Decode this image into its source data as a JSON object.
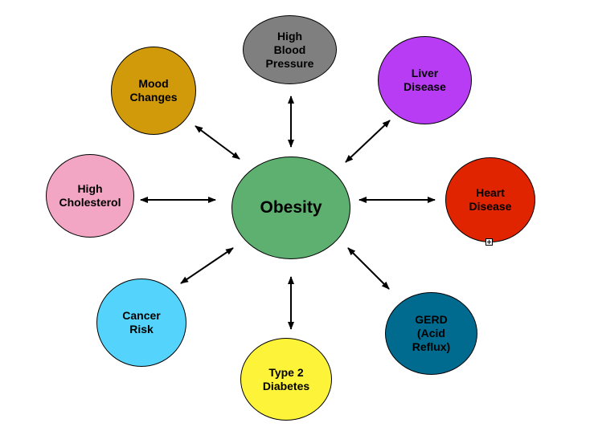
{
  "center": {
    "label": "Obesity",
    "color": "#5db070"
  },
  "conditions": [
    {
      "id": "high-blood-pressure",
      "label": "High\nBlood\nPressure",
      "color": "#7f7f7f"
    },
    {
      "id": "liver-disease",
      "label": "Liver\nDisease",
      "color": "#b93cf5"
    },
    {
      "id": "heart-disease",
      "label": "Heart\nDisease",
      "color": "#e02400"
    },
    {
      "id": "gerd",
      "label": "GERD\n(Acid\nReflux)",
      "color": "#006a8f"
    },
    {
      "id": "type-2-diabetes",
      "label": "Type 2\nDiabetes",
      "color": "#fdf43a"
    },
    {
      "id": "cancer-risk",
      "label": "Cancer\nRisk",
      "color": "#54d4fc"
    },
    {
      "id": "high-cholesterol",
      "label": "High\nCholesterol",
      "color": "#f3a6c4"
    },
    {
      "id": "mood-changes",
      "label": "Mood\nChanges",
      "color": "#d09a0a"
    }
  ]
}
